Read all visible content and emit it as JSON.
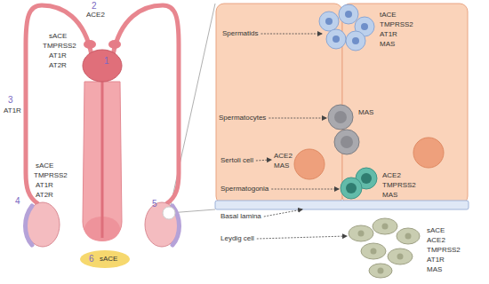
{
  "diagram": {
    "labels": [
      "2",
      "ACE2",
      "sACE",
      "TMPRSS2",
      "AT1R",
      "AT2R",
      "1",
      "3",
      "AT1R",
      "sACE",
      "TMPRSS2",
      "AT1R",
      "AT2R",
      "4",
      "5",
      "6",
      "sACE",
      "tACE",
      "TMPRSS2",
      "AT1R",
      "MAS",
      "Spermatids",
      "Spermatocytes",
      "MAS",
      "Sertoli cell",
      "ACE2",
      "MAS",
      "ACE2",
      "TMPRSS2",
      "MAS",
      "Spermatogonia",
      "Basal lamina",
      "Leydig cell",
      "sACE",
      "ACE2",
      "TMPRSS2",
      "AT1R",
      "MAS"
    ]
  }
}
